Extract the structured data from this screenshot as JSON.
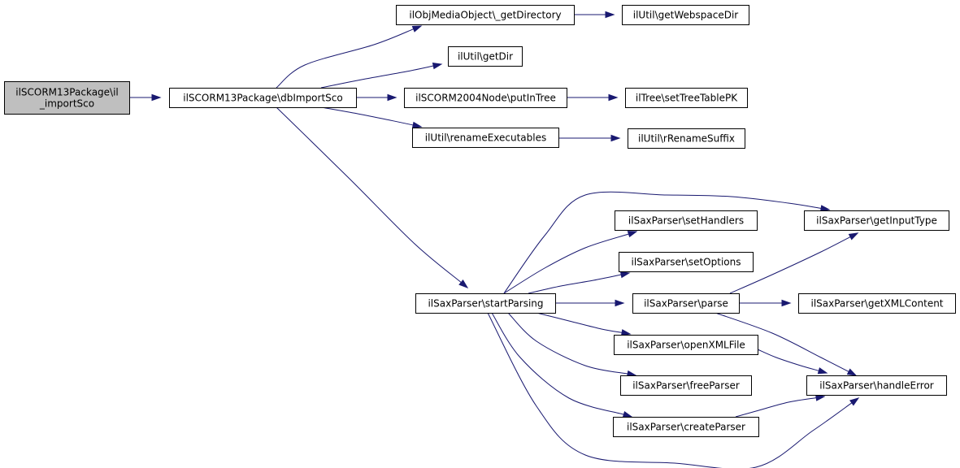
{
  "graph": {
    "nodes": [
      {
        "id": "import_sco",
        "lines": [
          "ilSCORM13Package\\il",
          "_importSco"
        ],
        "root": true
      },
      {
        "id": "db_import_sco",
        "lines": [
          "ilSCORM13Package\\dbImportSco"
        ]
      },
      {
        "id": "get_directory",
        "lines": [
          "ilObjMediaObject\\_getDirectory"
        ]
      },
      {
        "id": "get_webspace_dir",
        "lines": [
          "ilUtil\\getWebspaceDir"
        ]
      },
      {
        "id": "get_dir",
        "lines": [
          "ilUtil\\getDir"
        ]
      },
      {
        "id": "put_in_tree",
        "lines": [
          "ilSCORM2004Node\\putInTree"
        ]
      },
      {
        "id": "set_tree_table_pk",
        "lines": [
          "ilTree\\setTreeTablePK"
        ]
      },
      {
        "id": "rename_executables",
        "lines": [
          "ilUtil\\renameExecutables"
        ]
      },
      {
        "id": "r_rename_suffix",
        "lines": [
          "ilUtil\\rRenameSuffix"
        ]
      },
      {
        "id": "start_parsing",
        "lines": [
          "ilSaxParser\\startParsing"
        ]
      },
      {
        "id": "set_handlers",
        "lines": [
          "ilSaxParser\\setHandlers"
        ]
      },
      {
        "id": "get_input_type",
        "lines": [
          "ilSaxParser\\getInputType"
        ]
      },
      {
        "id": "set_options",
        "lines": [
          "ilSaxParser\\setOptions"
        ]
      },
      {
        "id": "parse",
        "lines": [
          "ilSaxParser\\parse"
        ]
      },
      {
        "id": "get_xml_content",
        "lines": [
          "ilSaxParser\\getXMLContent"
        ]
      },
      {
        "id": "open_xml_file",
        "lines": [
          "ilSaxParser\\openXMLFile"
        ]
      },
      {
        "id": "handle_error",
        "lines": [
          "ilSaxParser\\handleError"
        ]
      },
      {
        "id": "free_parser",
        "lines": [
          "ilSaxParser\\freeParser"
        ]
      },
      {
        "id": "create_parser",
        "lines": [
          "ilSaxParser\\createParser"
        ]
      }
    ],
    "edges": [
      {
        "from": "import_sco",
        "to": "db_import_sco"
      },
      {
        "from": "db_import_sco",
        "to": "get_directory"
      },
      {
        "from": "get_directory",
        "to": "get_webspace_dir"
      },
      {
        "from": "db_import_sco",
        "to": "get_dir"
      },
      {
        "from": "db_import_sco",
        "to": "put_in_tree"
      },
      {
        "from": "put_in_tree",
        "to": "set_tree_table_pk"
      },
      {
        "from": "db_import_sco",
        "to": "rename_executables"
      },
      {
        "from": "rename_executables",
        "to": "r_rename_suffix"
      },
      {
        "from": "db_import_sco",
        "to": "start_parsing"
      },
      {
        "from": "start_parsing",
        "to": "get_input_type"
      },
      {
        "from": "start_parsing",
        "to": "set_handlers"
      },
      {
        "from": "start_parsing",
        "to": "set_options"
      },
      {
        "from": "start_parsing",
        "to": "parse"
      },
      {
        "from": "start_parsing",
        "to": "open_xml_file"
      },
      {
        "from": "start_parsing",
        "to": "free_parser"
      },
      {
        "from": "start_parsing",
        "to": "create_parser"
      },
      {
        "from": "start_parsing",
        "to": "handle_error"
      },
      {
        "from": "parse",
        "to": "get_input_type"
      },
      {
        "from": "parse",
        "to": "get_xml_content"
      },
      {
        "from": "parse",
        "to": "handle_error"
      },
      {
        "from": "open_xml_file",
        "to": "handle_error"
      },
      {
        "from": "create_parser",
        "to": "handle_error"
      }
    ]
  },
  "colors": {
    "edge": "#191970",
    "root_fill": "#bfbfbf",
    "node_fill": "#ffffff",
    "node_stroke": "#000000"
  }
}
